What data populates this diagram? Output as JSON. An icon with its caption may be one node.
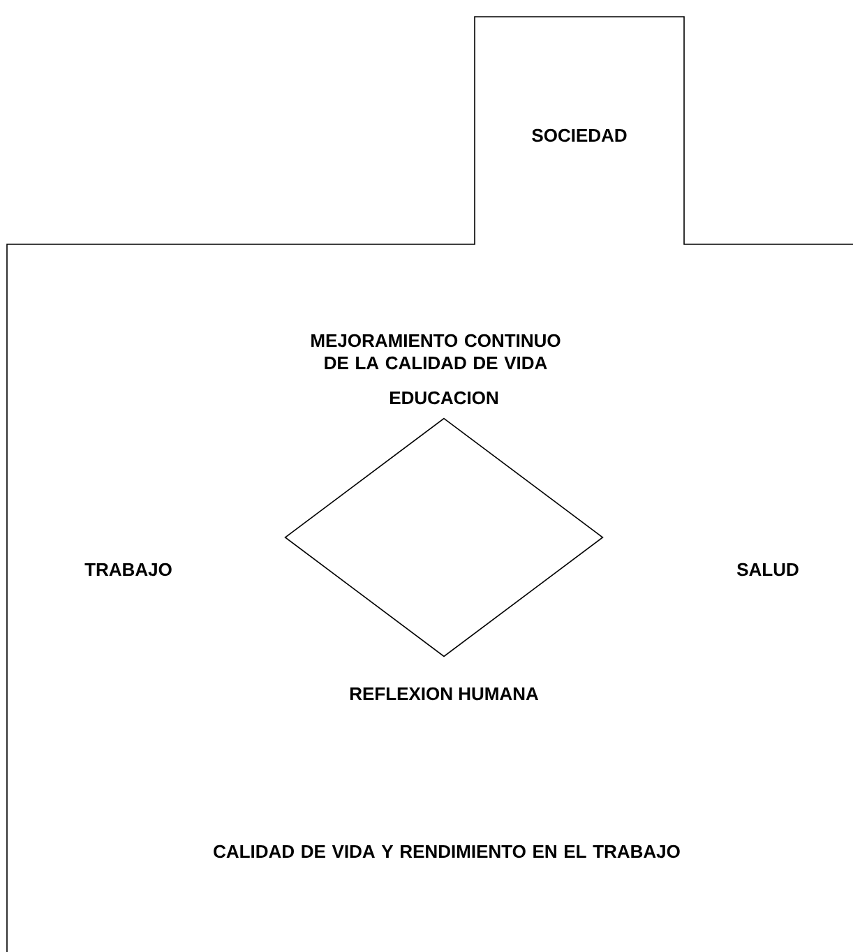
{
  "diagram": {
    "nodes": [
      {
        "text": [
          "SOCIEDAD",
          "MEJORAMIENTO CONTINUO DE LA CALIDAD DE VIDA",
          "CALIDAD DE VIDA Y RENDIMIENTO EN EL TRABAJO"
        ]
      },
      {
        "text": [],
        "shape": "diamond",
        "in": 0,
        "beside": [
          "EDUCACION",
          "REFLEXION HUMANA"
        ]
      }
    ],
    "labels": [
      "TRABAJO",
      "SALUD"
    ]
  }
}
